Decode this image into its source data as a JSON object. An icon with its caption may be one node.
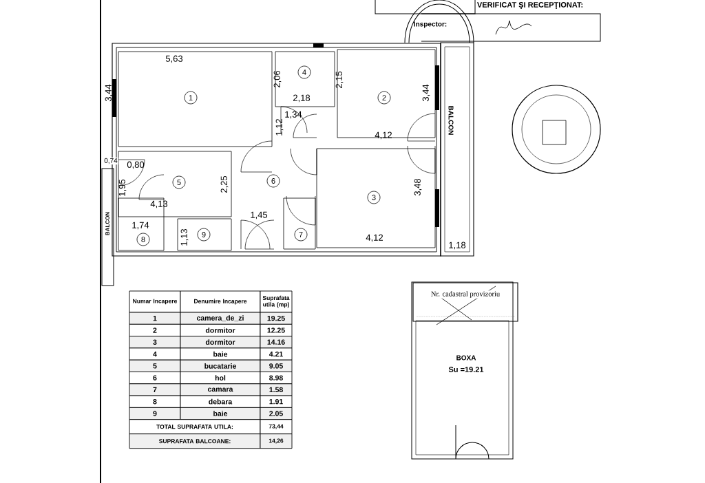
{
  "diagram": {
    "labels": [
      "VERIFICAT ŞI RECEPŢIONAT:",
      "Inspector:",
      "5,63",
      "3,44",
      "1",
      "2,06",
      "4",
      "2,18",
      "2,15",
      "2",
      "3,44",
      "BALCON",
      "1,34",
      "1,12",
      "4,12",
      "0,74",
      "0,80",
      "5",
      "2,25",
      "6",
      "1,95",
      "3",
      "3,48",
      "4,13",
      "BALCON",
      "1,45",
      "1,74",
      "1,13",
      "9",
      "7",
      "8",
      "4,12",
      "1,18",
      "Numar Incapere",
      "Denumire Incapere",
      "Suprafata utila (mp)",
      "1",
      "camera_de_zi",
      "19.25",
      "2",
      "dormitor",
      "12.25",
      "3",
      "dormitor",
      "14.16",
      "4",
      "baie",
      "4.21",
      "5",
      "bucatarie",
      "9.05",
      "6",
      "hol",
      "8.98",
      "7",
      "camara",
      "1.58",
      "8",
      "debara",
      "1.91",
      "9",
      "baie",
      "2.05",
      "TOTAL SUPRAFATA UTILA:",
      "73,44",
      "SUPRAFATA BALCOANE:",
      "14,26",
      "Nr. cadastral provizoriu",
      "BOXA",
      "Su =19.21"
    ]
  }
}
